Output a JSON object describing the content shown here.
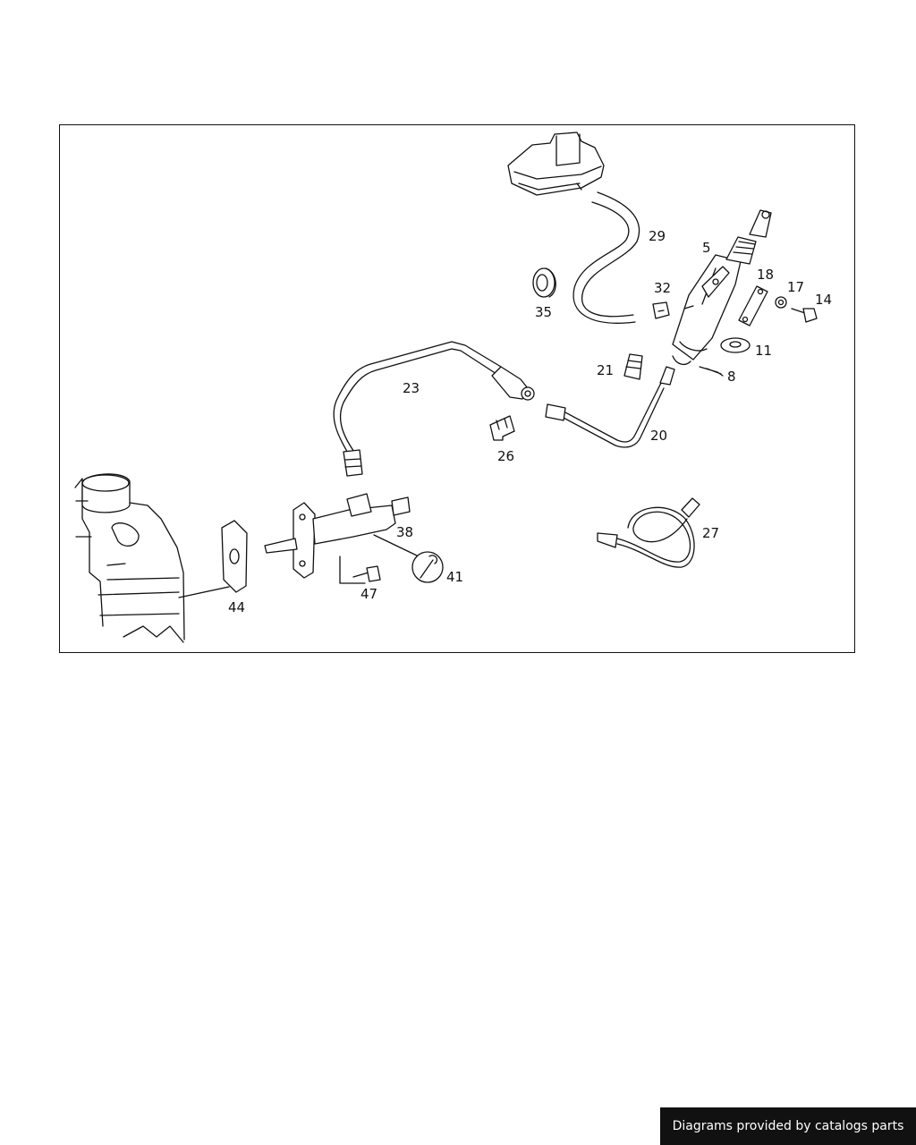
{
  "diagram": {
    "labels": {
      "p5": "5",
      "p8": "8",
      "p11": "11",
      "p14": "14",
      "p17": "17",
      "p18": "18",
      "p20": "20",
      "p21": "21",
      "p23": "23",
      "p26": "26",
      "p27": "27",
      "p29": "29",
      "p32": "32",
      "p35": "35",
      "p38": "38",
      "p41": "41",
      "p44": "44",
      "p47": "47"
    }
  },
  "footer": {
    "text": "Diagrams provided by catalogs parts"
  },
  "colors": {
    "line": "#111111",
    "background": "#ffffff",
    "badge": "#111111"
  }
}
